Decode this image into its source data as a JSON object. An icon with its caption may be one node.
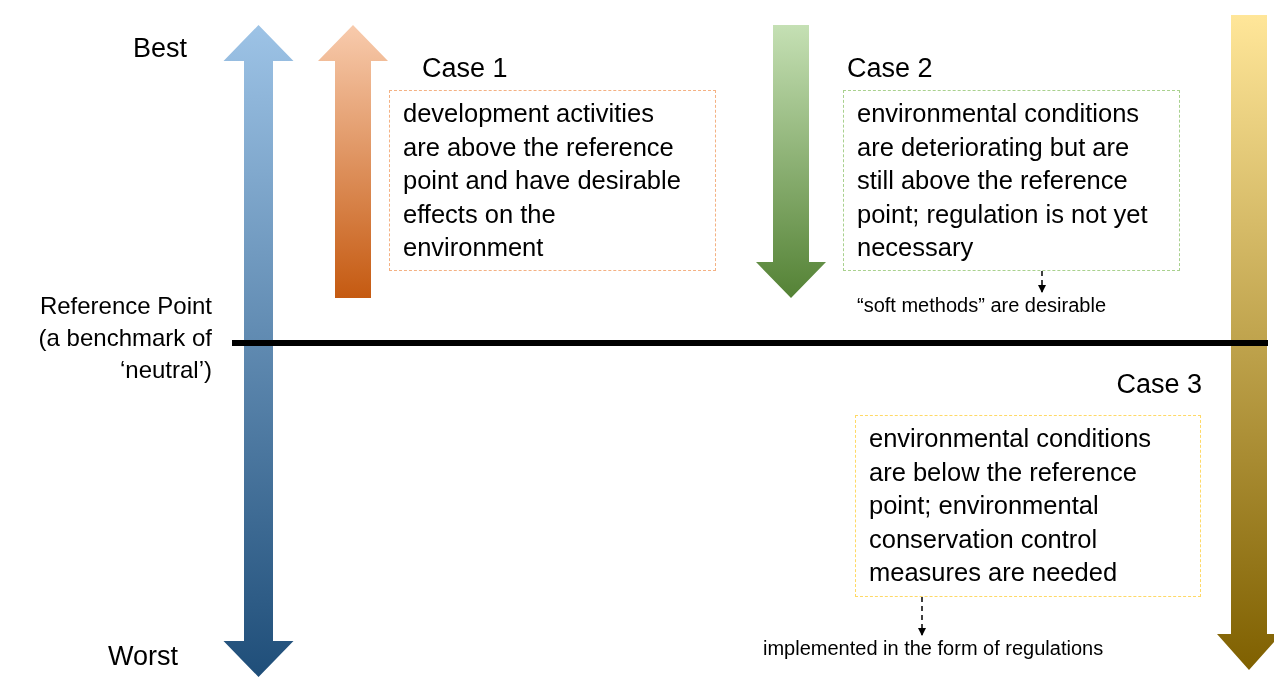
{
  "diagram": {
    "nodes": [
      {
        "text": [
          "Case 1",
          "development activities are above the reference point and have desirable effects on the environment"
        ]
      },
      {
        "text": [
          "Case 2",
          "environmental conditions are deteriorating but are still above the reference point; regulation is not yet necessary"
        ]
      },
      {
        "text": [
          "“soft methods” are desirable"
        ]
      },
      {
        "text": [
          "Case 3",
          "environmental conditions are below the reference point; environmental conservation control measures are needed"
        ]
      },
      {
        "text": [
          "implemented in the form of regulations"
        ]
      }
    ],
    "edges": [
      {
        "from": 1,
        "to": 2,
        "arrow": "to",
        "style": "dashed"
      },
      {
        "from": 3,
        "to": 4,
        "arrow": "to",
        "style": "dashed"
      }
    ],
    "labels": [
      "Best",
      "Reference Point (a benchmark of ‘neutral’)",
      "Worst"
    ]
  }
}
